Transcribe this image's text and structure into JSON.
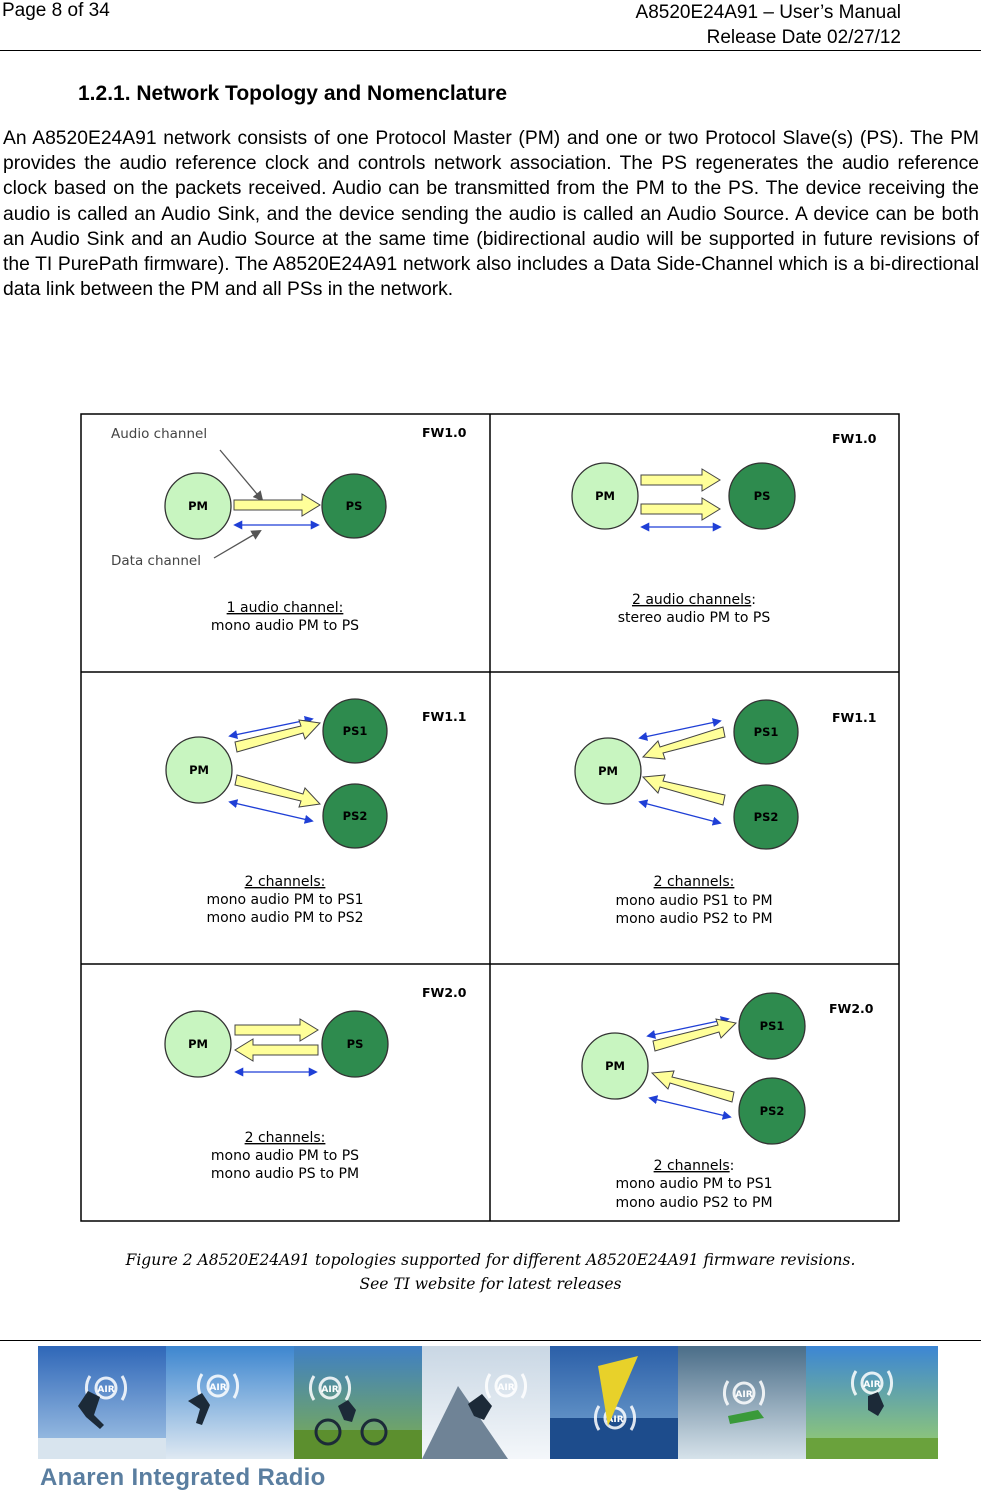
{
  "header": {
    "page": "Page 8 of 34",
    "doc_title": "A8520E24A91 – User’s Manual",
    "release": "Release Date 02/27/12"
  },
  "section": {
    "title": "1.2.1.  Network Topology and Nomenclature",
    "body": "An A8520E24A91 network consists of one Protocol Master (PM) and one or two Protocol Slave(s) (PS). The PM provides the audio reference clock and controls network association. The PS regenerates the audio reference clock based on the packets received. Audio can be transmitted from the PM to the PS. The device receiving the audio is called an Audio Sink, and the device sending the audio is called an Audio Source. A device can be both an Audio Sink and an Audio Source at the same time (bidirectional audio will be supported in future revisions of the TI PurePath firmware). The A8520E24A91 network also includes a Data Side-Channel which is a bi-directional data link between the PM and all PSs in the network."
  },
  "figure": {
    "cells": [
      {
        "fw": "FW1.0",
        "caption_head": "1 audio channel:",
        "line1": "mono audio PM to PS",
        "line2": "",
        "audio_label": "Audio channel",
        "data_label": "Data channel",
        "nodes": {
          "pm": "PM",
          "ps": "PS"
        }
      },
      {
        "fw": "FW1.0",
        "caption_head": "2 audio channels",
        "caption_tail": ":",
        "line1": "stereo audio PM to PS",
        "line2": "",
        "nodes": {
          "pm": "PM",
          "ps": "PS"
        }
      },
      {
        "fw": "FW1.1",
        "caption_head": "2 channels:",
        "line1": "mono audio PM to PS1",
        "line2": "mono audio PM to PS2",
        "nodes": {
          "pm": "PM",
          "ps1": "PS1",
          "ps2": "PS2"
        }
      },
      {
        "fw": "FW1.1",
        "caption_head": "2 channels:",
        "line1": "mono audio PS1 to PM",
        "line2": "mono audio PS2 to PM",
        "nodes": {
          "pm": "PM",
          "ps1": "PS1",
          "ps2": "PS2"
        }
      },
      {
        "fw": "FW2.0",
        "caption_head": "2 channels:",
        "line1": "mono audio PM to PS",
        "line2": "mono audio PS to PM",
        "nodes": {
          "pm": "PM",
          "ps": "PS"
        }
      },
      {
        "fw": "FW2.0",
        "caption_head": "2 channels",
        "caption_tail": ":",
        "line1": "mono audio PM to PS1",
        "line2": "mono audio PS2 to PM",
        "nodes": {
          "pm": "PM",
          "ps1": "PS1",
          "ps2": "PS2"
        }
      }
    ],
    "caption_line1": "Figure 2 A8520E24A91 topologies supported for different A8520E24A91 firmware revisions.",
    "caption_line2": "See TI website for latest releases"
  },
  "footer": {
    "banner_logo": "AIR",
    "brand": "Anaren Integrated Radio"
  },
  "colors": {
    "pm_fill": "#c8f5c0",
    "ps_fill": "#2e8b4e",
    "audio_arrow": "#ffff99",
    "data_arrow": "#1f3fd6"
  }
}
